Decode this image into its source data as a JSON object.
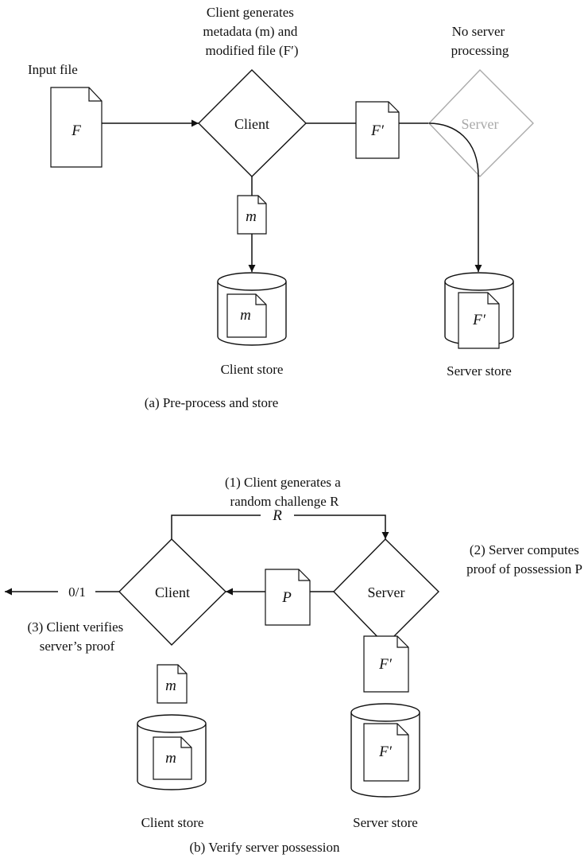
{
  "part_a": {
    "caption": "(a) Pre-process and store",
    "input_file_label": "Input file",
    "input_file_symbol": "F",
    "client_note": [
      "Client generates",
      "metadata (m) and",
      "modified file (F′)"
    ],
    "server_note": [
      "No server",
      "processing"
    ],
    "client_node": "Client",
    "server_node": "Server",
    "modified_file_symbol": "F′",
    "metadata_symbol": "m",
    "client_store_label": "Client store",
    "client_store_content": "m",
    "server_store_label": "Server store",
    "server_store_content": "F′"
  },
  "part_b": {
    "caption": "(b) Verify server possession",
    "step1": [
      "(1) Client generates a",
      "random challenge R"
    ],
    "challenge_symbol": "R",
    "step2": [
      "(2) Server computes",
      "proof of possession P"
    ],
    "step3": [
      "(3) Client verifies",
      "server’s proof"
    ],
    "result_label": "0/1",
    "client_node": "Client",
    "server_node": "Server",
    "proof_symbol": "P",
    "metadata_symbol": "m",
    "server_file_symbol": "F′",
    "client_store_label": "Client store",
    "client_store_content": "m",
    "server_store_label": "Server store",
    "server_store_content": "F′"
  },
  "colors": {
    "ink": "#111111",
    "server_faded": "#a9a9a9"
  }
}
